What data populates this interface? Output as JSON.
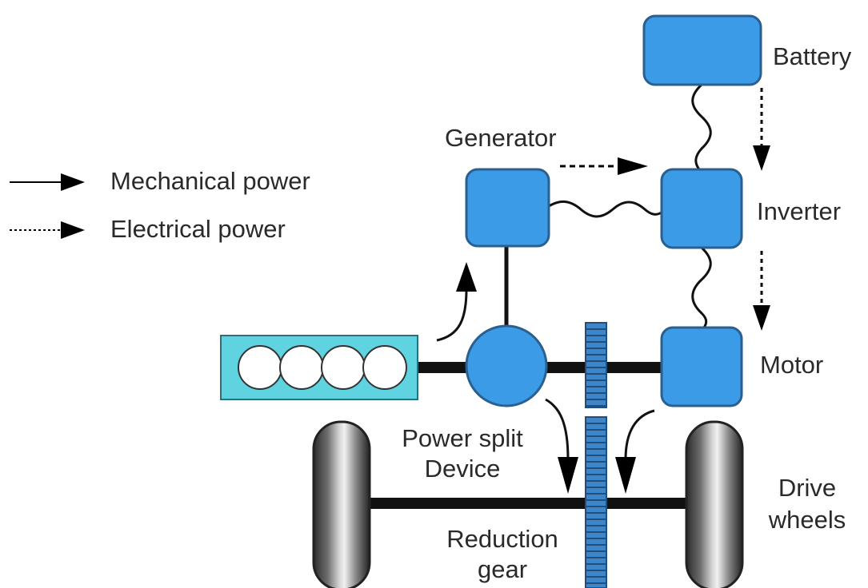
{
  "legend": {
    "mechanical": "Mechanical power",
    "electrical": "Electrical power"
  },
  "components": {
    "battery": "Battery",
    "generator": "Generator",
    "inverter": "Inverter",
    "motor": "Motor",
    "power_split_line1": "Power split",
    "power_split_line2": "Device",
    "drive_wheels_line1": "Drive",
    "drive_wheels_line2": "wheels",
    "reduction_gear_line1": "Reduction",
    "reduction_gear_line2": "gear"
  },
  "colors": {
    "component_fill": "#3b9be6",
    "component_stroke": "#2a5f8f",
    "engine_fill": "#5fd3df",
    "shaft": "#111111",
    "gear_fill": "#3f86c8"
  }
}
